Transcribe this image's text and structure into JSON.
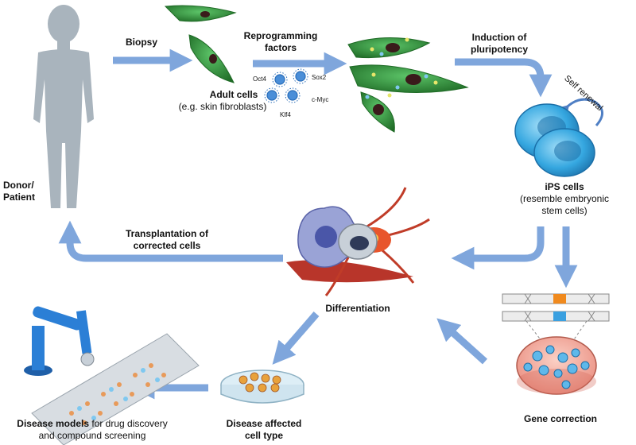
{
  "labels": {
    "donor_line1": "Donor/",
    "donor_line2": "Patient",
    "biopsy": "Biopsy",
    "adult_cells_title": "Adult cells",
    "adult_cells_sub": "(e.g. skin fibroblasts)",
    "reprogramming_line1": "Reprogramming",
    "reprogramming_line2": "factors",
    "factor_oct4": "Oct4",
    "factor_sox2": "Sox2",
    "factor_klf4": "Klf4",
    "factor_cmyc": "c-Myc",
    "induction_line1": "Induction of",
    "induction_line2": "pluripotency",
    "self_renewal": "Self renewal",
    "ips_title": "iPS cells",
    "ips_sub1": "(resemble embryonic",
    "ips_sub2": "stem cells)",
    "transplant_line1": "Transplantation of",
    "transplant_line2": "corrected cells",
    "differentiation": "Differentiation",
    "gene_correction": "Gene correction",
    "disease_affected_line1": "Disease affected",
    "disease_affected_line2": "cell type",
    "disease_models_bold": "Disease models",
    "disease_models_rest": " for drug discovery",
    "disease_models_line2": "and compound screening"
  },
  "colors": {
    "arrow": "#7fa6dc",
    "arrow_dark": "#4f7fc4",
    "body": "#a9b4bd",
    "fibroblast": "#2f9b3a",
    "fibroblast_dark": "#1f6b26",
    "ips": "#35a7e0",
    "ips_dark": "#1b6fa8",
    "neuron": "#d8482c",
    "gel_orange": "#f08a1e",
    "gel_blue": "#3aa0e0",
    "dish": "#f2a99a",
    "robot": "#2b7fd6"
  }
}
